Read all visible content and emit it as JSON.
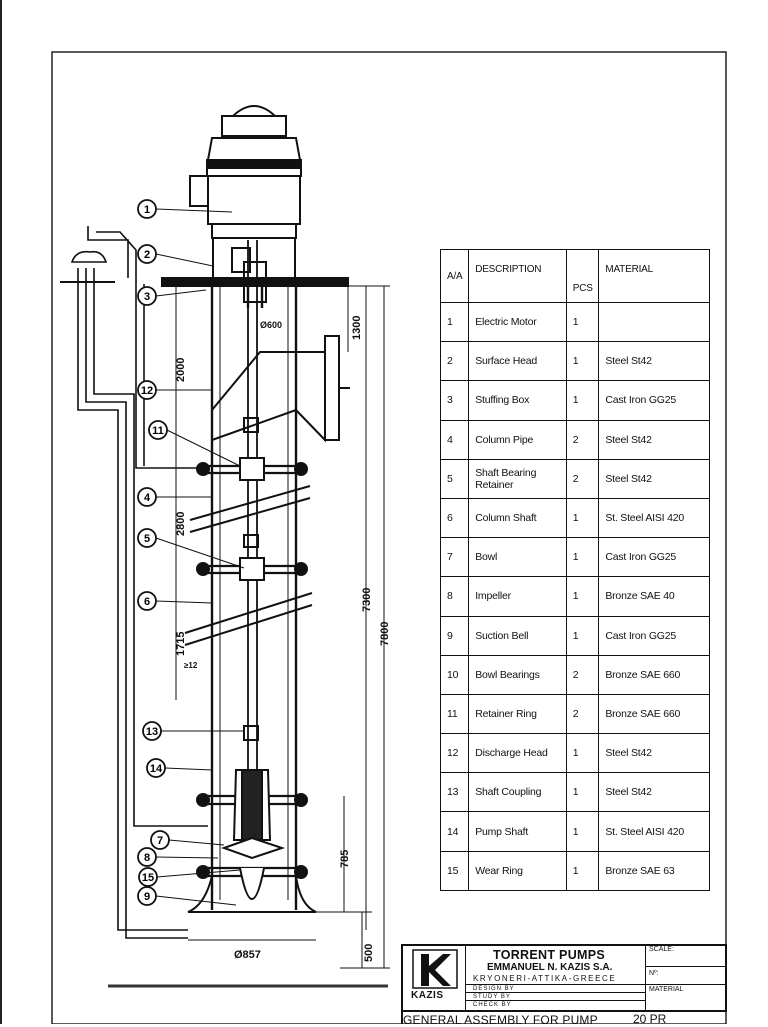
{
  "parts_table": {
    "headers": {
      "aa": "A/A",
      "description": "DESCRIPTION",
      "pcs": "PCS",
      "material": "MATERIAL"
    },
    "rows": [
      {
        "aa": "1",
        "description": "Electric Motor",
        "pcs": "1",
        "material": ""
      },
      {
        "aa": "2",
        "description": "Surface Head",
        "pcs": "1",
        "material": "Steel St42"
      },
      {
        "aa": "3",
        "description": "Stuffing Box",
        "pcs": "1",
        "material": "Cast Iron GG25"
      },
      {
        "aa": "4",
        "description": "Column Pipe",
        "pcs": "2",
        "material": "Steel St42"
      },
      {
        "aa": "5",
        "description": "Shaft Bearing Retainer",
        "pcs": "2",
        "material": "Steel St42"
      },
      {
        "aa": "6",
        "description": "Column Shaft",
        "pcs": "1",
        "material": "St. Steel AISI 420"
      },
      {
        "aa": "7",
        "description": "Bowl",
        "pcs": "1",
        "material": "Cast Iron GG25"
      },
      {
        "aa": "8",
        "description": "Impeller",
        "pcs": "1",
        "material": "Bronze SAE 40"
      },
      {
        "aa": "9",
        "description": "Suction Bell",
        "pcs": "1",
        "material": "Cast Iron GG25"
      },
      {
        "aa": "10",
        "description": "Bowl Bearings",
        "pcs": "2",
        "material": "Bronze SAE 660"
      },
      {
        "aa": "11",
        "description": "Retainer Ring",
        "pcs": "2",
        "material": "Bronze SAE 660"
      },
      {
        "aa": "12",
        "description": "Discharge Head",
        "pcs": "1",
        "material": "Steel St42"
      },
      {
        "aa": "13",
        "description": "Shaft Coupling",
        "pcs": "1",
        "material": "Steel St42"
      },
      {
        "aa": "14",
        "description": "Pump Shaft",
        "pcs": "1",
        "material": "St. Steel AISI 420"
      },
      {
        "aa": "15",
        "description": "Wear Ring",
        "pcs": "1",
        "material": "Bronze SAE 63"
      }
    ]
  },
  "drawing": {
    "dimensions": {
      "d1300": "1300",
      "d2000": "2000",
      "d2800": "2800",
      "d1715": "1715",
      "d7300": "7300",
      "d7800": "7800",
      "d785": "785",
      "d500": "500",
      "d857": "Ø857",
      "d600": "Ø600",
      "gap": "≥12"
    },
    "callouts": [
      "1",
      "2",
      "3",
      "12",
      "11",
      "4",
      "5",
      "6",
      "13",
      "14",
      "7",
      "8",
      "15",
      "9"
    ]
  },
  "title_block": {
    "company": "TORRENT PUMPS",
    "owner": "EMMANUEL N. KAZIS S.A.",
    "location": "KRYONERI-ATTIKA-GREECE",
    "scale_label": "SCALE:",
    "number_label": "Nº:",
    "material_label": "MATERIAL",
    "design_by": "DESIGN BY",
    "study_by": "STUDY BY",
    "check_by": "CHECK BY",
    "logo_text": "KAZIS",
    "drawing_title": "GENERAL ASSEMBLY FOR PUMP",
    "model": "20 PR"
  }
}
